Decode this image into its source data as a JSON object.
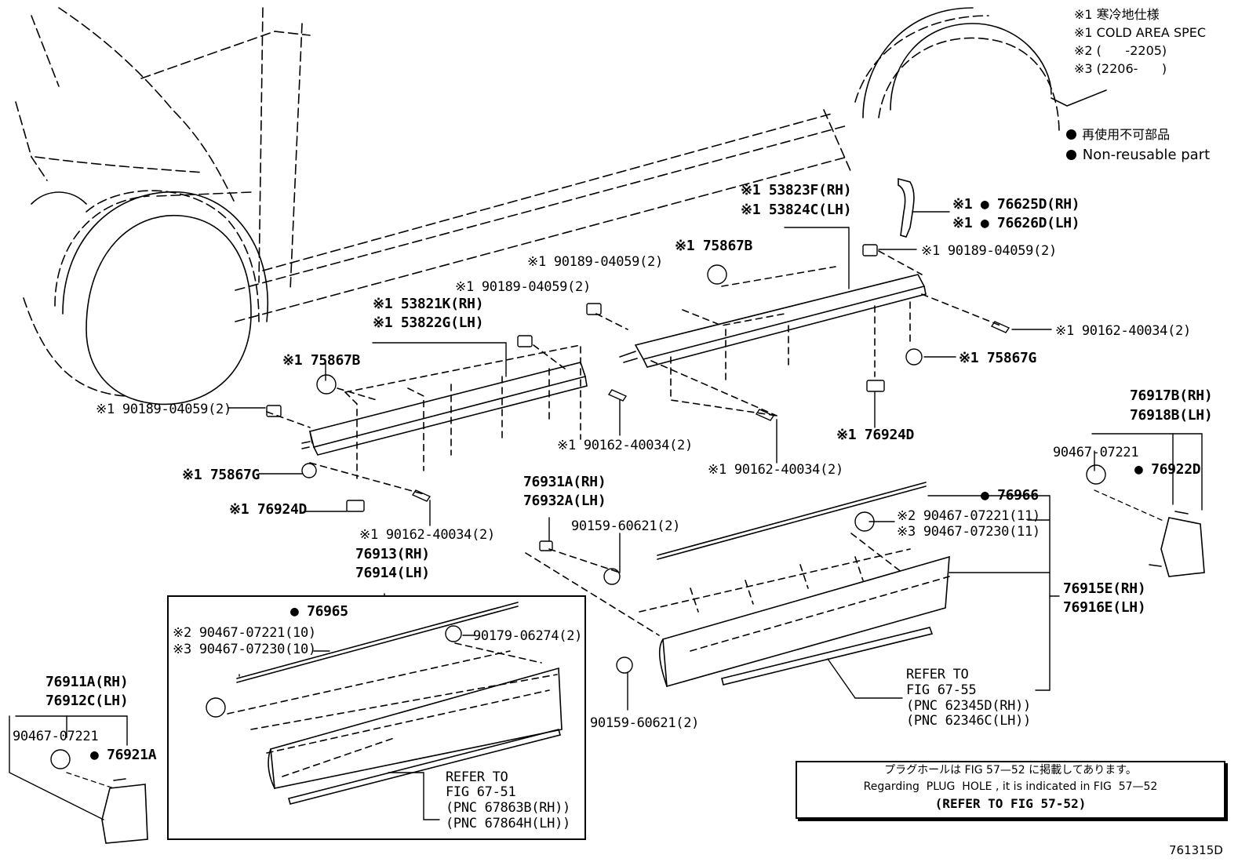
{
  "notes": {
    "n1_jp": "※1 寒冷地仕様",
    "n1_en": "※1 COLD AREA SPEC",
    "n2": "※2 (      -2205)",
    "n3": "※3 (2206-      )",
    "legend_jp": "再使用不可部品",
    "legend_en": "Non-reusable part"
  },
  "labels": [
    {
      "id": "l01",
      "text": "※1 53823F(RH)"
    },
    {
      "id": "l02",
      "text": "※1 53824C(LH)"
    },
    {
      "id": "l03",
      "text": "※1 ● 76625D(RH)"
    },
    {
      "id": "l04",
      "text": "※1 ● 76626D(LH)"
    },
    {
      "id": "l05",
      "text": "※1 75867B"
    },
    {
      "id": "l06",
      "text": "※1 90189-04059(2)"
    },
    {
      "id": "l07",
      "text": "※1 90189-04059(2)"
    },
    {
      "id": "l08",
      "text": "※1 90189-04059(2)"
    },
    {
      "id": "l09",
      "text": "※1 53821K(RH)"
    },
    {
      "id": "l10",
      "text": "※1 53822G(LH)"
    },
    {
      "id": "l11",
      "text": "※1 90162-40034(2)"
    },
    {
      "id": "l12",
      "text": "※1 75867B"
    },
    {
      "id": "l13",
      "text": "※1 75867G"
    },
    {
      "id": "l14",
      "text": "※1 90189-04059(2)"
    },
    {
      "id": "l15",
      "text": "※1 90162-40034(2)"
    },
    {
      "id": "l16",
      "text": "※1 76924D"
    },
    {
      "id": "l17",
      "text": "※1 90162-40034(2)"
    },
    {
      "id": "l18",
      "text": "76917B(RH)"
    },
    {
      "id": "l19",
      "text": "76918B(LH)"
    },
    {
      "id": "l20",
      "text": "90467-07221"
    },
    {
      "id": "l21",
      "text": "● 76922D"
    },
    {
      "id": "l22",
      "text": "※1 75867G"
    },
    {
      "id": "l23",
      "text": "※1 76924D"
    },
    {
      "id": "l24",
      "text": "※1 90162-40034(2)"
    },
    {
      "id": "l25",
      "text": "76931A(RH)"
    },
    {
      "id": "l26",
      "text": "76932A(LH)"
    },
    {
      "id": "l27",
      "text": "90159-60621(2)"
    },
    {
      "id": "l28",
      "text": "● 76966"
    },
    {
      "id": "l29",
      "text": "※2 90467-07221(11)"
    },
    {
      "id": "l30",
      "text": "※3 90467-07230(11)"
    },
    {
      "id": "l31",
      "text": "76913(RH)"
    },
    {
      "id": "l32",
      "text": "76914(LH)"
    },
    {
      "id": "l33",
      "text": "● 76965"
    },
    {
      "id": "l34",
      "text": "※2 90467-07221(10)"
    },
    {
      "id": "l35",
      "text": "※3 90467-07230(10)"
    },
    {
      "id": "l36",
      "text": "90179-06274(2)"
    },
    {
      "id": "l37",
      "text": "76915E(RH)"
    },
    {
      "id": "l38",
      "text": "76916E(LH)"
    },
    {
      "id": "l39",
      "text": "REFER TO"
    },
    {
      "id": "l40",
      "text": "FIG 67-55"
    },
    {
      "id": "l41",
      "text": "(PNC 62345D(RH))"
    },
    {
      "id": "l42",
      "text": "(PNC 62346C(LH))"
    },
    {
      "id": "l43",
      "text": "90159-60621(2)"
    },
    {
      "id": "l44",
      "text": "76911A(RH)"
    },
    {
      "id": "l45",
      "text": "76912C(LH)"
    },
    {
      "id": "l46",
      "text": "90467-07221"
    },
    {
      "id": "l47",
      "text": "● 76921A"
    },
    {
      "id": "l48",
      "text": "REFER TO"
    },
    {
      "id": "l49",
      "text": "FIG 67-51"
    },
    {
      "id": "l50",
      "text": "(PNC 67863B(RH))"
    },
    {
      "id": "l51",
      "text": "(PNC 67864H(LH))"
    }
  ],
  "plug_hole": {
    "jp": "プラグホールは FIG 57—52 に掲載してあります。",
    "en": "Regarding  PLUG  HOLE , it is indicated in FIG  57—52",
    "ref": "(REFER TO FIG 57-52)"
  },
  "figure_id": "761315D"
}
